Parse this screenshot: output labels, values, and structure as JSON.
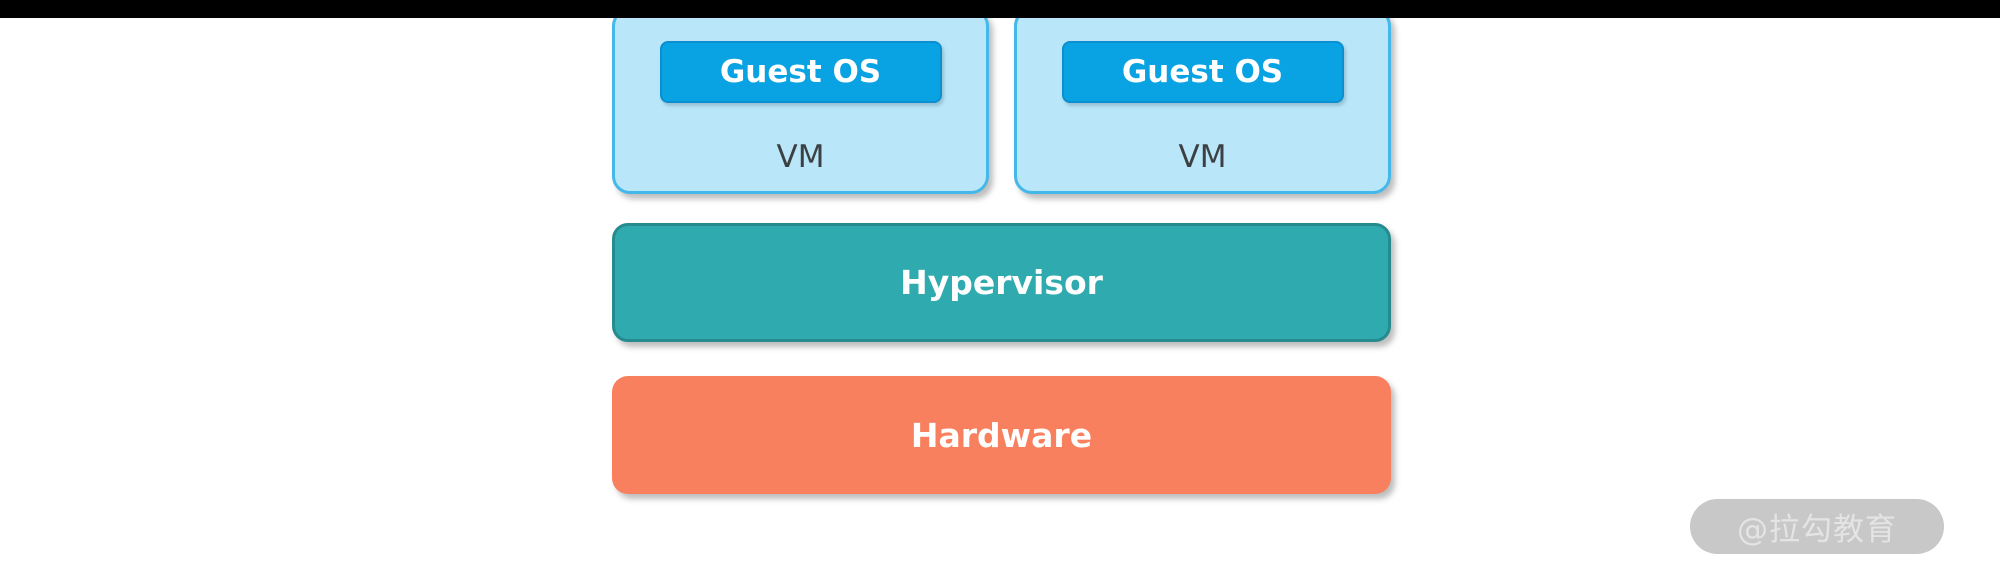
{
  "diagram": {
    "title_semantic": "hypervisor-virtualization-stack",
    "vms": [
      {
        "guest_os_label": "Guest OS",
        "vm_label": "VM"
      },
      {
        "guest_os_label": "Guest OS",
        "vm_label": "VM"
      }
    ],
    "hypervisor_label": "Hypervisor",
    "hardware_label": "Hardware",
    "watermark": "@拉勾教育",
    "colors": {
      "vm_fill": "#b9e7f9",
      "vm_border": "#44b8e9",
      "guest_os_fill": "#09a2e3",
      "guest_os_border": "#0a8fd0",
      "hypervisor_fill": "#2faaae",
      "hypervisor_border": "#258b8e",
      "hardware_fill": "#f8805f",
      "vm_label_text": "#3c4043",
      "layer_text": "#ffffff",
      "watermark_bg": "#bebebe",
      "watermark_text": "#e4e4e4",
      "top_bar": "#000000",
      "background": "#ffffff"
    }
  }
}
